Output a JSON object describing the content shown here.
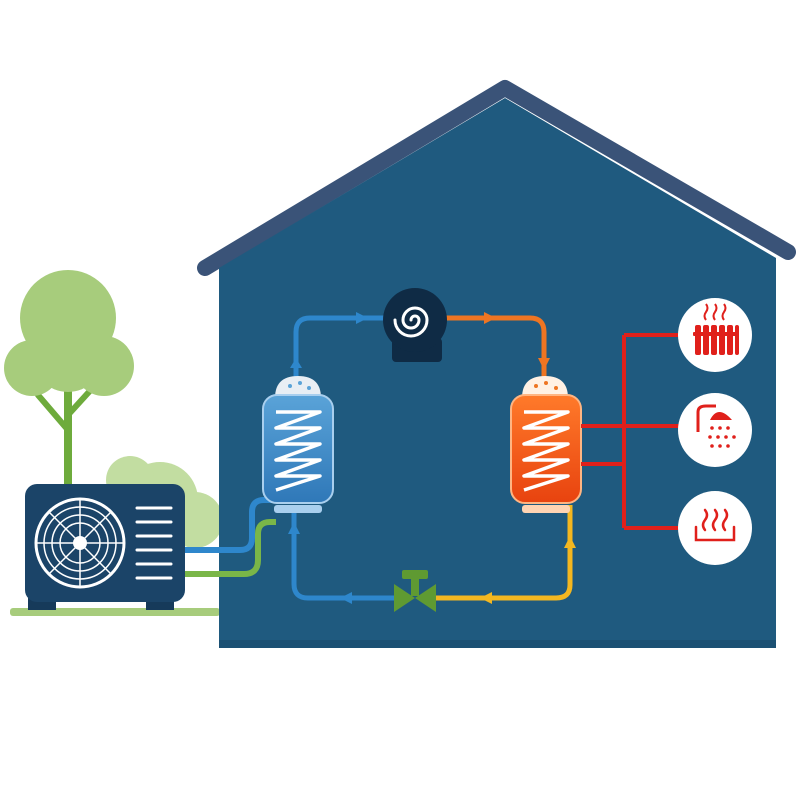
{
  "diagram": {
    "components": [
      {
        "name": "outdoor-unit",
        "icon": "fan-icon"
      },
      {
        "name": "evaporator",
        "icon": "coil-icon"
      },
      {
        "name": "compressor",
        "icon": "spiral-icon"
      },
      {
        "name": "condenser",
        "icon": "coil-icon"
      },
      {
        "name": "expansion-valve",
        "icon": "valve-icon"
      }
    ],
    "outputs": [
      {
        "name": "radiator",
        "icon": "radiator-icon"
      },
      {
        "name": "shower",
        "icon": "shower-icon"
      },
      {
        "name": "floor-heating",
        "icon": "floor-heating-icon"
      }
    ],
    "flows": [
      {
        "from": "outdoor-unit",
        "to": "evaporator",
        "stream": "ambient"
      },
      {
        "from": "evaporator",
        "to": "compressor",
        "stream": "cold"
      },
      {
        "from": "compressor",
        "to": "condenser",
        "stream": "hot"
      },
      {
        "from": "condenser",
        "to": "expansion-valve",
        "stream": "warm"
      },
      {
        "from": "expansion-valve",
        "to": "evaporator",
        "stream": "cold"
      },
      {
        "from": "condenser",
        "to": "radiator",
        "stream": "heat"
      },
      {
        "from": "condenser",
        "to": "shower",
        "stream": "heat"
      },
      {
        "from": "condenser",
        "to": "floor-heating",
        "stream": "heat"
      }
    ]
  },
  "colors": {
    "house_fill": "#1f5a7f",
    "house_outline": "#3a5378",
    "tree": "#a7cc7c",
    "tree_light": "#c2dda1",
    "trunk": "#6eab3c",
    "unit": "#1b4468",
    "cold": "#2e87cc",
    "hot": "#ee7522",
    "warm": "#f3b720",
    "heat": "#e0201b",
    "valve": "#5f9a32",
    "ambient": "#7ab648"
  }
}
